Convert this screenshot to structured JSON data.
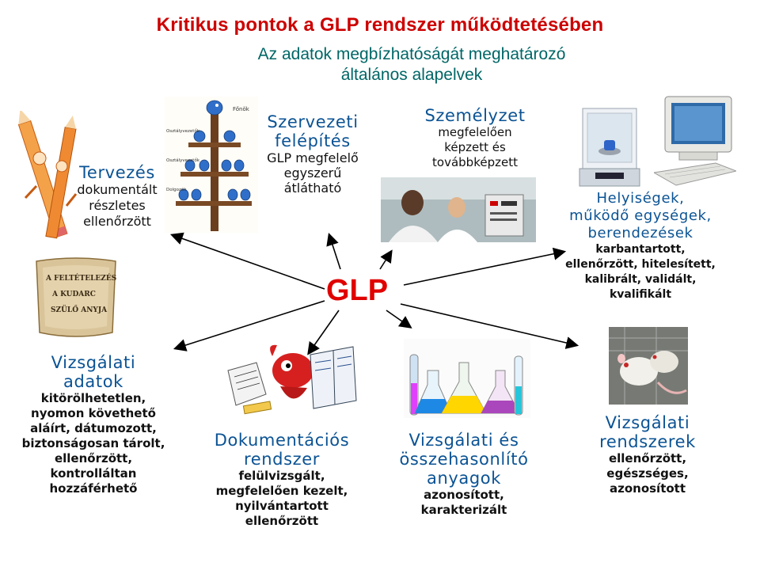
{
  "title": "Kritikus pontok a GLP rendszer működtetésében",
  "subtitle_line1": "Az adatok megbízhatóságát meghatározó",
  "subtitle_line2": "általános alapelvek",
  "center_label": "GLP",
  "nodes": {
    "planning": {
      "head": "Tervezés",
      "lines": [
        "dokumentált",
        "részletes",
        "ellenőrzött"
      ]
    },
    "organization": {
      "head1": "Szervezeti",
      "head2": "felépítés",
      "lines": [
        "GLP megfelelő",
        "egyszerű",
        "átlátható"
      ]
    },
    "personnel": {
      "head": "Személyzet",
      "lines": [
        "megfelelően",
        "képzett és",
        "továbbképzett"
      ]
    },
    "facilities": {
      "head1": "Helyiségek,",
      "head2": "működő egységek,",
      "head3": "berendezések",
      "lines": [
        "karbantartott,",
        "ellenőrzött, hitelesített,",
        "kalibrált, validált,",
        "kvalifikált"
      ]
    },
    "data": {
      "head1": "Vizsgálati",
      "head2": "adatok",
      "lines": [
        "kitörölhetetlen,",
        "nyomon követhető",
        "aláírt, dátumozott,",
        "biztonságosan tárolt,",
        "ellenőrzött,",
        "kontrolláltan",
        "hozzáférhető"
      ]
    },
    "documentation": {
      "head1": "Dokumentációs",
      "head2": "rendszer",
      "lines": [
        "felülvizsgált,",
        "megfelelően kezelt,",
        "nyilvántartott",
        "ellenőrzött"
      ]
    },
    "materials": {
      "head1": "Vizsgálati és",
      "head2": "összehasonlító",
      "head3": "anyagok",
      "lines": [
        "azonosított,",
        "karakterizált"
      ]
    },
    "systems": {
      "head1": "Vizsgálati",
      "head2": "rendszerek",
      "lines": [
        "ellenőrzött,",
        "egészséges,",
        "azonosított"
      ]
    }
  },
  "scroll": {
    "line1": "A FELTÉTELEZÉS",
    "line2": "A KUDARC",
    "line3": "SZÜLŐ ANYJA"
  },
  "org_chart": {
    "boss": "Főnök",
    "l1": "Osztályvezetők",
    "l2": "Osztályvezetők",
    "l3": "Dolgozók"
  },
  "colors": {
    "title": "#cc0000",
    "subtitle": "#006666",
    "head": "#0b5394",
    "glp": "#e00000"
  }
}
